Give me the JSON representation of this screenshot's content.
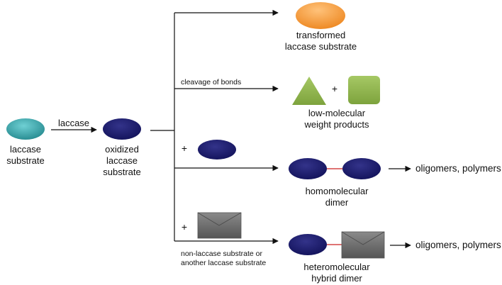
{
  "labels": {
    "laccase_substrate": "laccase\nsubstrate",
    "laccase_enzyme": "laccase",
    "oxidized": "oxidized\nlaccase\nsubstrate",
    "transformed": "transformed\nlaccase substrate",
    "cleavage": "cleavage of bonds",
    "plus": "+",
    "low_molecular": "low-molecular\nweight products",
    "homo": "homomolecular\ndimer",
    "oligomers": "oligomers, polymers",
    "non_laccase": "non-laccase substrate or\nanother laccase substrate",
    "hetero": "heteromolecular\nhybrid dimer"
  },
  "colors": {
    "teal": "#3aa8ad",
    "navy": "#1c1c6e",
    "orange": "#f39a3c",
    "green": "#8bb24a",
    "gray": "#6b6b6b",
    "bond": "#cc2222"
  }
}
